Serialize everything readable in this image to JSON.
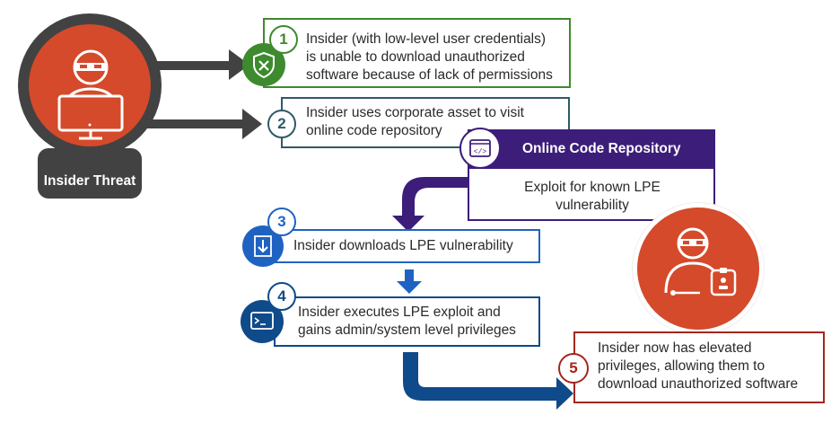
{
  "colors": {
    "red": "#d44a2a",
    "dark_gray": "#424242",
    "green": "#3e8a2e",
    "teal": "#2e5a66",
    "purple": "#3d1d7a",
    "blue": "#1f63c2",
    "navy": "#0f4a8a",
    "dark_red": "#a3261e"
  },
  "actor": {
    "label": "Insider Threat"
  },
  "steps": [
    {
      "number": "1",
      "text": [
        "Insider (with low-level user credentials)",
        "is unable to download unauthorized",
        "software because of lack of permissions"
      ]
    },
    {
      "number": "2",
      "text": [
        "Insider uses corporate asset to visit",
        "online code repository"
      ]
    },
    {
      "number": "3",
      "text": [
        "Insider downloads LPE vulnerability"
      ]
    },
    {
      "number": "4",
      "text": [
        "Insider executes LPE exploit and",
        "gains admin/system level privileges"
      ]
    },
    {
      "number": "5",
      "text": [
        "Insider now has elevated",
        "privileges, allowing them to",
        "download unauthorized software"
      ]
    }
  ],
  "repository": {
    "title": "Online Code Repository",
    "text": [
      "Exploit for known LPE",
      "vulnerability"
    ]
  },
  "icons": [
    "hacker-icon",
    "computer-monitor-icon",
    "shield-x-icon",
    "code-window-icon",
    "download-icon",
    "terminal-icon",
    "badge-icon"
  ]
}
